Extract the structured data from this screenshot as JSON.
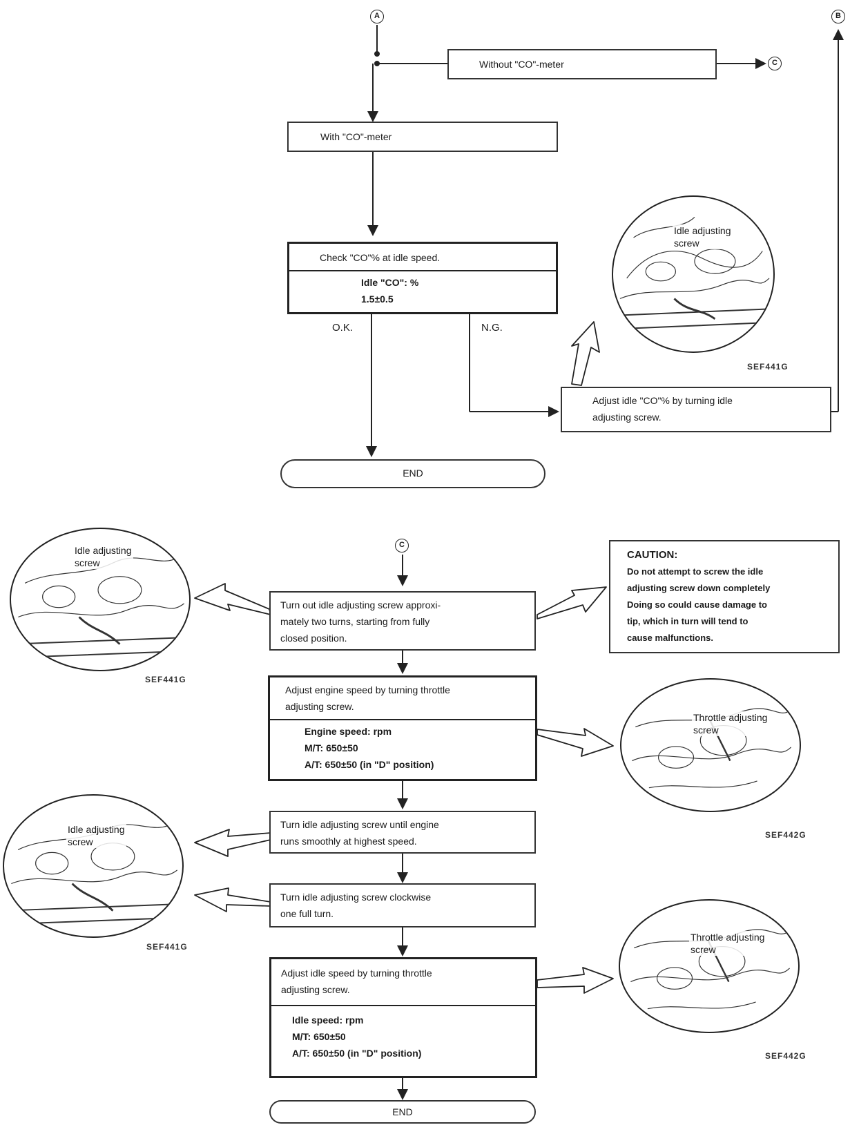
{
  "connectors": {
    "a": "A",
    "b": "B",
    "c": "C",
    "c_out": "C"
  },
  "top": {
    "without_co": "Without \"CO\"-meter",
    "with_co": "With \"CO\"-meter",
    "check_title": "Check \"CO\"% at idle speed.",
    "check_spec": "Idle \"CO\": %\n1.5±0.5",
    "ok_label": "O.K.",
    "ng_label": "N.G.",
    "adjust_co": "Adjust idle \"CO\"% by turning idle\nadjusting screw.",
    "end_label": "END",
    "illu_caption": "Idle adjusting\nscrew",
    "illu_code": "SEF441G"
  },
  "bottom": {
    "step1": "Turn out idle adjusting screw approxi-\nmately two turns, starting from fully\nclosed position.",
    "caution_title": "CAUTION:",
    "caution_text": "Do not attempt to screw the idle\nadjusting screw down completely\nDoing so could cause damage to\ntip, which in turn will tend to\ncause malfunctions.",
    "step2_title": "Adjust engine speed by turning throttle\nadjusting screw.",
    "step2_spec": "Engine speed: rpm\n    M/T: 650±50\n    A/T: 650±50 (in \"D\" position)",
    "step3": "Turn idle adjusting screw until engine\nruns smoothly at highest speed.",
    "step4": "Turn idle adjusting screw clockwise\none full turn.",
    "step5_title": "Adjust idle speed by turning throttle\nadjusting screw.",
    "step5_spec": "Idle speed: rpm\n    M/T: 650±50\n    A/T: 650±50 (in \"D\" position)",
    "end_label": "END",
    "illu_idle_caption": "Idle adjusting\nscrew",
    "illu_throttle_caption": "Throttle adjusting\nscrew",
    "code_441_a": "SEF441G",
    "code_442_a": "SEF442G",
    "code_441_b": "SEF441G",
    "code_442_b": "SEF442G"
  }
}
